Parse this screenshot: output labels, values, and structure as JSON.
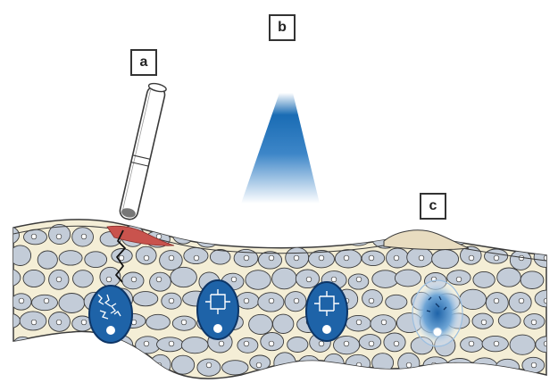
{
  "labels": {
    "a": "a",
    "b": "b",
    "c": "c"
  },
  "colors": {
    "tissue_fill": "#f4eed6",
    "cell_fill": "#c3ccd8",
    "cell_stroke": "#3a3a3a",
    "target_cell": "#1e63a8",
    "beam_top": "#1a6cb4",
    "laser_tip": "#c9534d",
    "surface_lump": "#e8dcc0"
  },
  "icons": [
    "applicator-tube-icon",
    "light-beam-icon",
    "target-cell-icon",
    "fragmented-nucleus-icon"
  ]
}
